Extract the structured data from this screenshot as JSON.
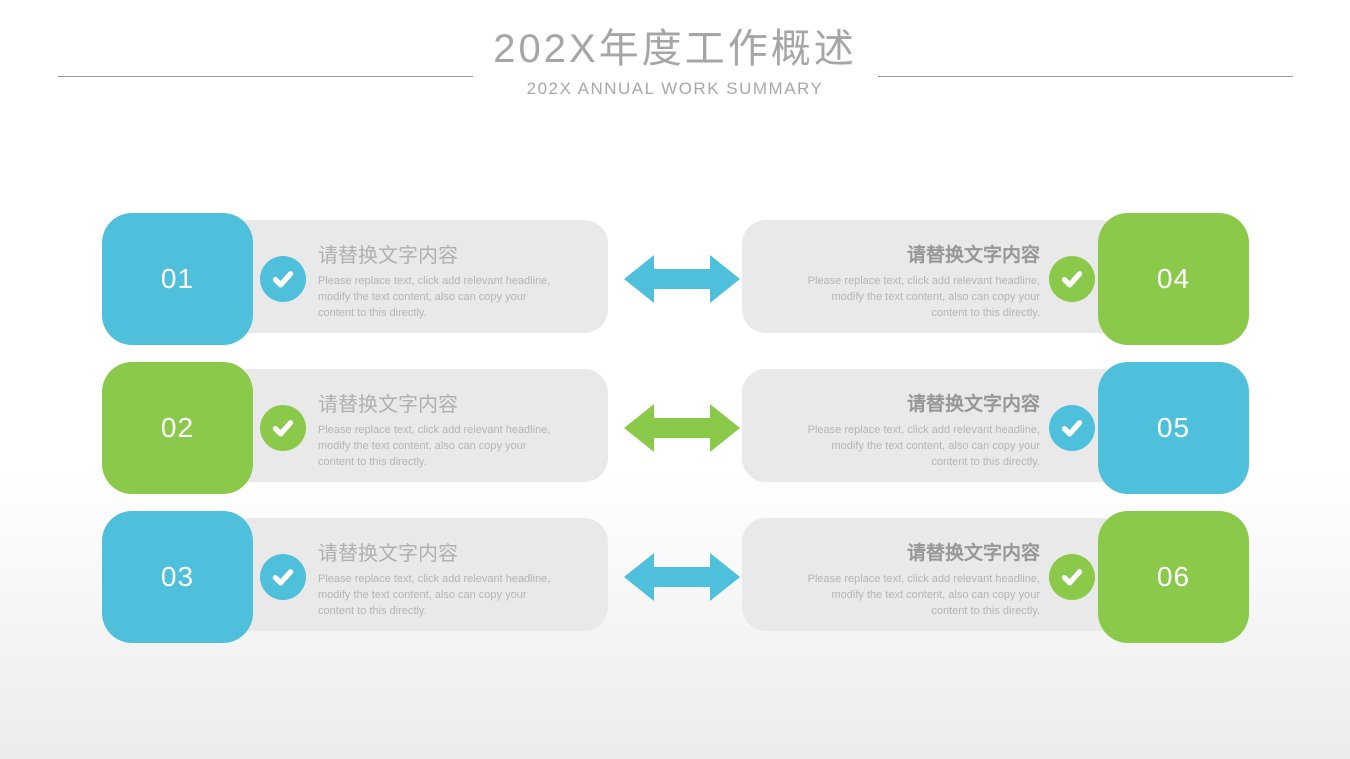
{
  "header": {
    "title": "202X年度工作概述",
    "subtitle": "202X ANNUAL WORK SUMMARY"
  },
  "colors": {
    "blue_accent": "#4fc0dc",
    "green_accent": "#8bc94a",
    "card_background": "#e9e9e9",
    "title_gray": "#a6a6a6"
  },
  "rows": [
    {
      "left": {
        "number": "01",
        "accent": "blue",
        "heading": "请替换文字内容",
        "body": "Please replace text, click add relevant headline, modify the text content, also can copy your content to this directly."
      },
      "arrow": {
        "direction": "double-horizontal",
        "color": "blue"
      },
      "right": {
        "number": "04",
        "accent": "green",
        "heading": "请替换文字内容",
        "body": "Please replace text, click add relevant headline, modify the text content, also can copy your content to this directly."
      }
    },
    {
      "left": {
        "number": "02",
        "accent": "green",
        "heading": "请替换文字内容",
        "body": "Please replace text, click add relevant headline, modify the text content, also can copy your content to this directly."
      },
      "arrow": {
        "direction": "double-horizontal",
        "color": "green"
      },
      "right": {
        "number": "05",
        "accent": "blue",
        "heading": "请替换文字内容",
        "body": "Please replace text, click add relevant headline, modify the text content, also can copy your content to this directly."
      }
    },
    {
      "left": {
        "number": "03",
        "accent": "blue",
        "heading": "请替换文字内容",
        "body": "Please replace text, click add relevant headline, modify the text content, also can copy your content to this directly."
      },
      "arrow": {
        "direction": "double-horizontal",
        "color": "blue"
      },
      "right": {
        "number": "06",
        "accent": "green",
        "heading": "请替换文字内容",
        "body": "Please replace text, click add relevant headline, modify the text content, also can copy your content to this directly."
      }
    }
  ]
}
